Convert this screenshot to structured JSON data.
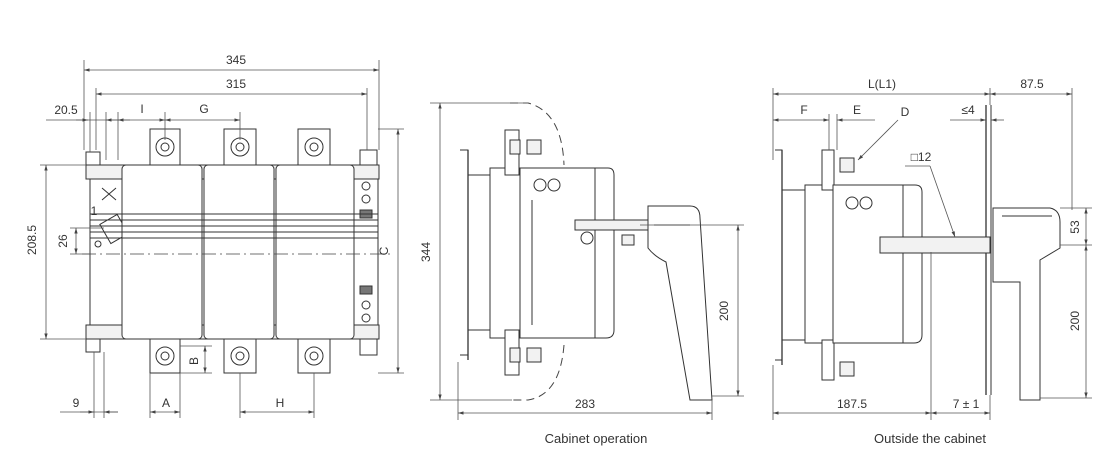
{
  "front_view": {
    "dim_345": "345",
    "dim_315": "315",
    "dim_20_5": "20.5",
    "label_I": "I",
    "label_G": "G",
    "dim_208_5": "208.5",
    "dim_26": "26",
    "label_1": "1",
    "label_C": "C",
    "label_B": "B",
    "dim_9": "9",
    "label_A": "A",
    "label_H": "H"
  },
  "cabinet_view": {
    "dim_344": "344",
    "dim_200": "200",
    "dim_283": "283",
    "caption": "Cabinet operation"
  },
  "outside_view": {
    "label_L_L1": "L(L1)",
    "dim_87_5": "87.5",
    "label_F": "F",
    "label_E": "E",
    "label_D": "D",
    "dim_le4": "≤4",
    "dim_square12": "□12",
    "dim_53": "53",
    "dim_200": "200",
    "dim_187_5": "187.5",
    "dim_7pm1": "7 ± 1",
    "caption": "Outside the cabinet"
  }
}
